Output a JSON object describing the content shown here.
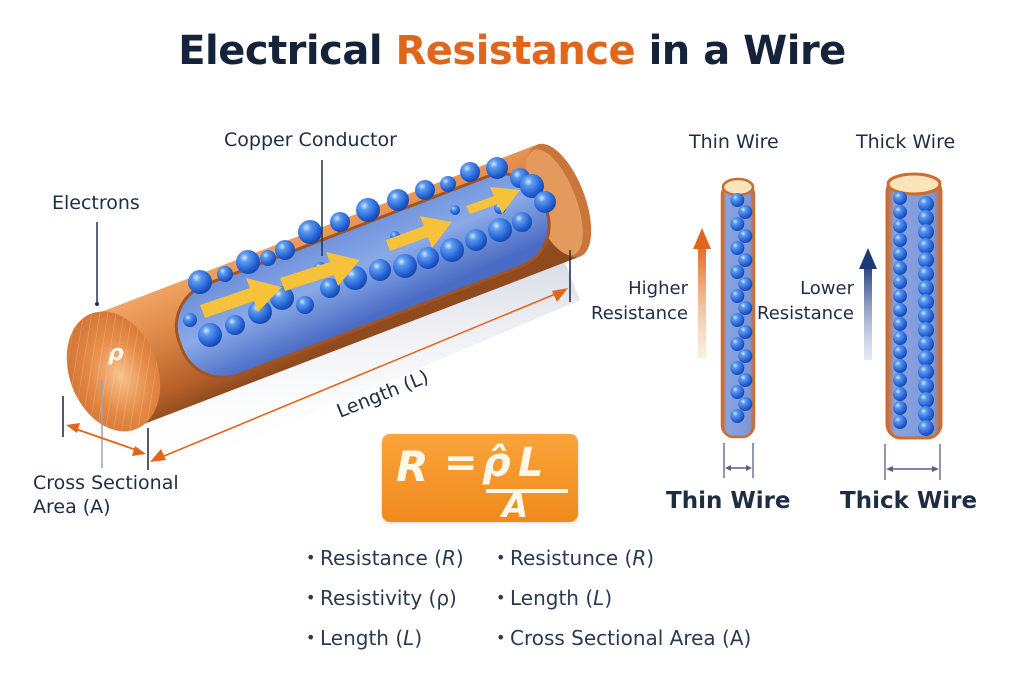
{
  "title": {
    "part1": "Electrical ",
    "accent": "Resistance",
    "part2": " in a Wire",
    "accent_color": "#e0661c",
    "text_color": "#14233a"
  },
  "main_wire": {
    "labels": {
      "copper_conductor": "Copper Conductor",
      "electrons": "Electrons",
      "resistivity_symbol": "ρ",
      "length": "Length (L)",
      "cross_section_line1": "Cross Sectional",
      "cross_section_line2": "Area (A)"
    },
    "colors": {
      "copper": "#d9793a",
      "electron": "#2f6fe0",
      "flow_arrow": "#f6c23a",
      "dimension_arrow": "#e0661c"
    }
  },
  "formula": {
    "lhs": "R",
    "equals": "=",
    "rho": "ρ̂",
    "numerator": "L",
    "denominator": "A",
    "background": "#f59528"
  },
  "definitions": {
    "left": [
      {
        "name": "Resistance",
        "symbol": "R"
      },
      {
        "name": "Resistivity",
        "symbol": "ρ"
      },
      {
        "name": "Length",
        "symbol": "L"
      }
    ],
    "right": [
      {
        "name": "Resistunce",
        "symbol": "R"
      },
      {
        "name": "Length",
        "symbol": "L"
      },
      {
        "name": "Cross Sectional Area",
        "symbol": "A"
      }
    ]
  },
  "comparison": {
    "thin": {
      "top_label": "Thin Wire",
      "bottom_label": "Thin Wire",
      "arrow_label_line1": "Higher",
      "arrow_label_line2": "Resistance",
      "arrow_color": "#e0661c"
    },
    "thick": {
      "top_label": "Thick Wire",
      "bottom_label": "Thick Wire",
      "arrow_label_line1": "Lower",
      "arrow_label_line2": "Resistance",
      "arrow_color": "#1f3a7a"
    }
  }
}
